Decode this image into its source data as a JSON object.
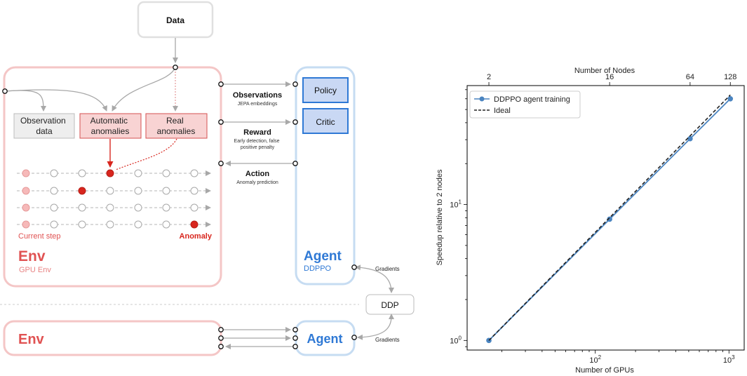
{
  "diagram": {
    "data_label": "Data",
    "env": {
      "title": "Env",
      "subtitle": "GPU Env",
      "boxes": {
        "observation": [
          "Observation",
          "data"
        ],
        "automatic": [
          "Automatic",
          "anomalies"
        ],
        "real": [
          "Real",
          "anomalies"
        ]
      },
      "current_step": "Current step",
      "anomaly": "Anomaly"
    },
    "interfaces": {
      "observations": {
        "title": "Observations",
        "sub": [
          "JEPA embeddings"
        ]
      },
      "reward": {
        "title": "Reward",
        "sub": [
          "Early detection, false",
          "positive penalty"
        ]
      },
      "action": {
        "title": "Action",
        "sub": [
          "Anomaly prediction"
        ]
      }
    },
    "agent": {
      "title": "Agent",
      "subtitle": "DDPPO",
      "policy": "Policy",
      "critic": "Critic"
    },
    "gradients_top": "Gradients",
    "gradients_bottom": "Gradients",
    "ddp": "DDP",
    "bottom_env": "Env",
    "bottom_agent": "Agent",
    "colors": {
      "env_border": "#f4c6c6",
      "env_text": "#e05252",
      "anomaly_red": "#d8261e",
      "box_red_fill": "#f8d3d3",
      "box_red_border": "#d55050",
      "agent_border": "#c6dcf2",
      "agent_text": "#2f79d5",
      "agent_box_fill": "#c9d8f4",
      "agent_box_border": "#2f79d5",
      "grey_line": "#a8a8a8"
    }
  },
  "chart_data": {
    "type": "line",
    "title": "",
    "xlabel": "Number of GPUs",
    "ylabel": "Speedup relative to 2 nodes",
    "x_scale": "log",
    "y_scale": "log",
    "xlim": [
      11,
      1300
    ],
    "ylim": [
      0.85,
      75
    ],
    "x_ticks": [
      {
        "value": 100,
        "base": "10",
        "exp": "2"
      },
      {
        "value": 1000,
        "base": "10",
        "exp": "3"
      }
    ],
    "y_ticks": [
      {
        "value": 1,
        "base": "10",
        "exp": "0"
      },
      {
        "value": 10,
        "base": "10",
        "exp": "1"
      }
    ],
    "top_axis": {
      "label": "Number of Nodes",
      "ticks": [
        {
          "value": 16,
          "label": "2"
        },
        {
          "value": 128,
          "label": "16"
        },
        {
          "value": 512,
          "label": "64"
        },
        {
          "value": 1024,
          "label": "128"
        }
      ]
    },
    "legend_position": "top-left",
    "grid": false,
    "series": [
      {
        "name": "DDPPO agent training",
        "color": "#4a84c0",
        "style": "solid-marker",
        "x": [
          16,
          128,
          512,
          1024
        ],
        "y": [
          1.0,
          7.8,
          30.5,
          60.0
        ]
      },
      {
        "name": "Ideal",
        "color": "#222222",
        "style": "dashed",
        "x": [
          16,
          1024
        ],
        "y": [
          1.0,
          64.0
        ]
      }
    ]
  }
}
